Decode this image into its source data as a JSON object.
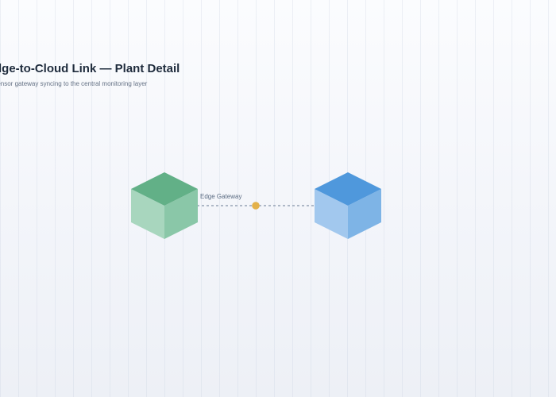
{
  "header": {
    "title": "Edge-to-Cloud Link — Plant Detail",
    "subtitle": "Sensor gateway syncing to the central monitoring layer"
  },
  "diagram": {
    "nodes": [
      {
        "id": "edge-gateway",
        "label": "Edge Gateway",
        "colors": {
          "top": "#62b087",
          "left": "#a8d6be",
          "right": "#8ac7a8"
        }
      },
      {
        "id": "cloud-node",
        "label": "",
        "colors": {
          "top": "#4f98dc",
          "left": "#a2c8ee",
          "right": "#7eb4e6"
        }
      }
    ],
    "link": {
      "style": "dashed",
      "color": "#8593a8",
      "midpoint_color": "#e3b14a"
    }
  }
}
